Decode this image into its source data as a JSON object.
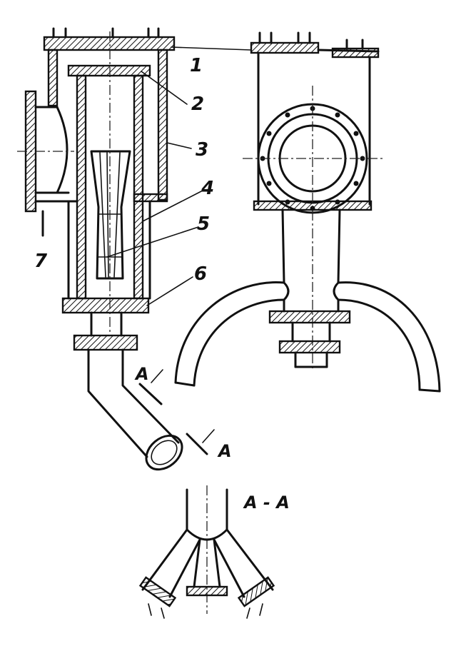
{
  "callouts": {
    "part_1": "1",
    "part_2": "2",
    "part_3": "3",
    "part_4": "4",
    "part_5": "5",
    "part_6": "6",
    "part_7": "7"
  },
  "section": {
    "marker_letter": "A",
    "title": "A - A"
  }
}
